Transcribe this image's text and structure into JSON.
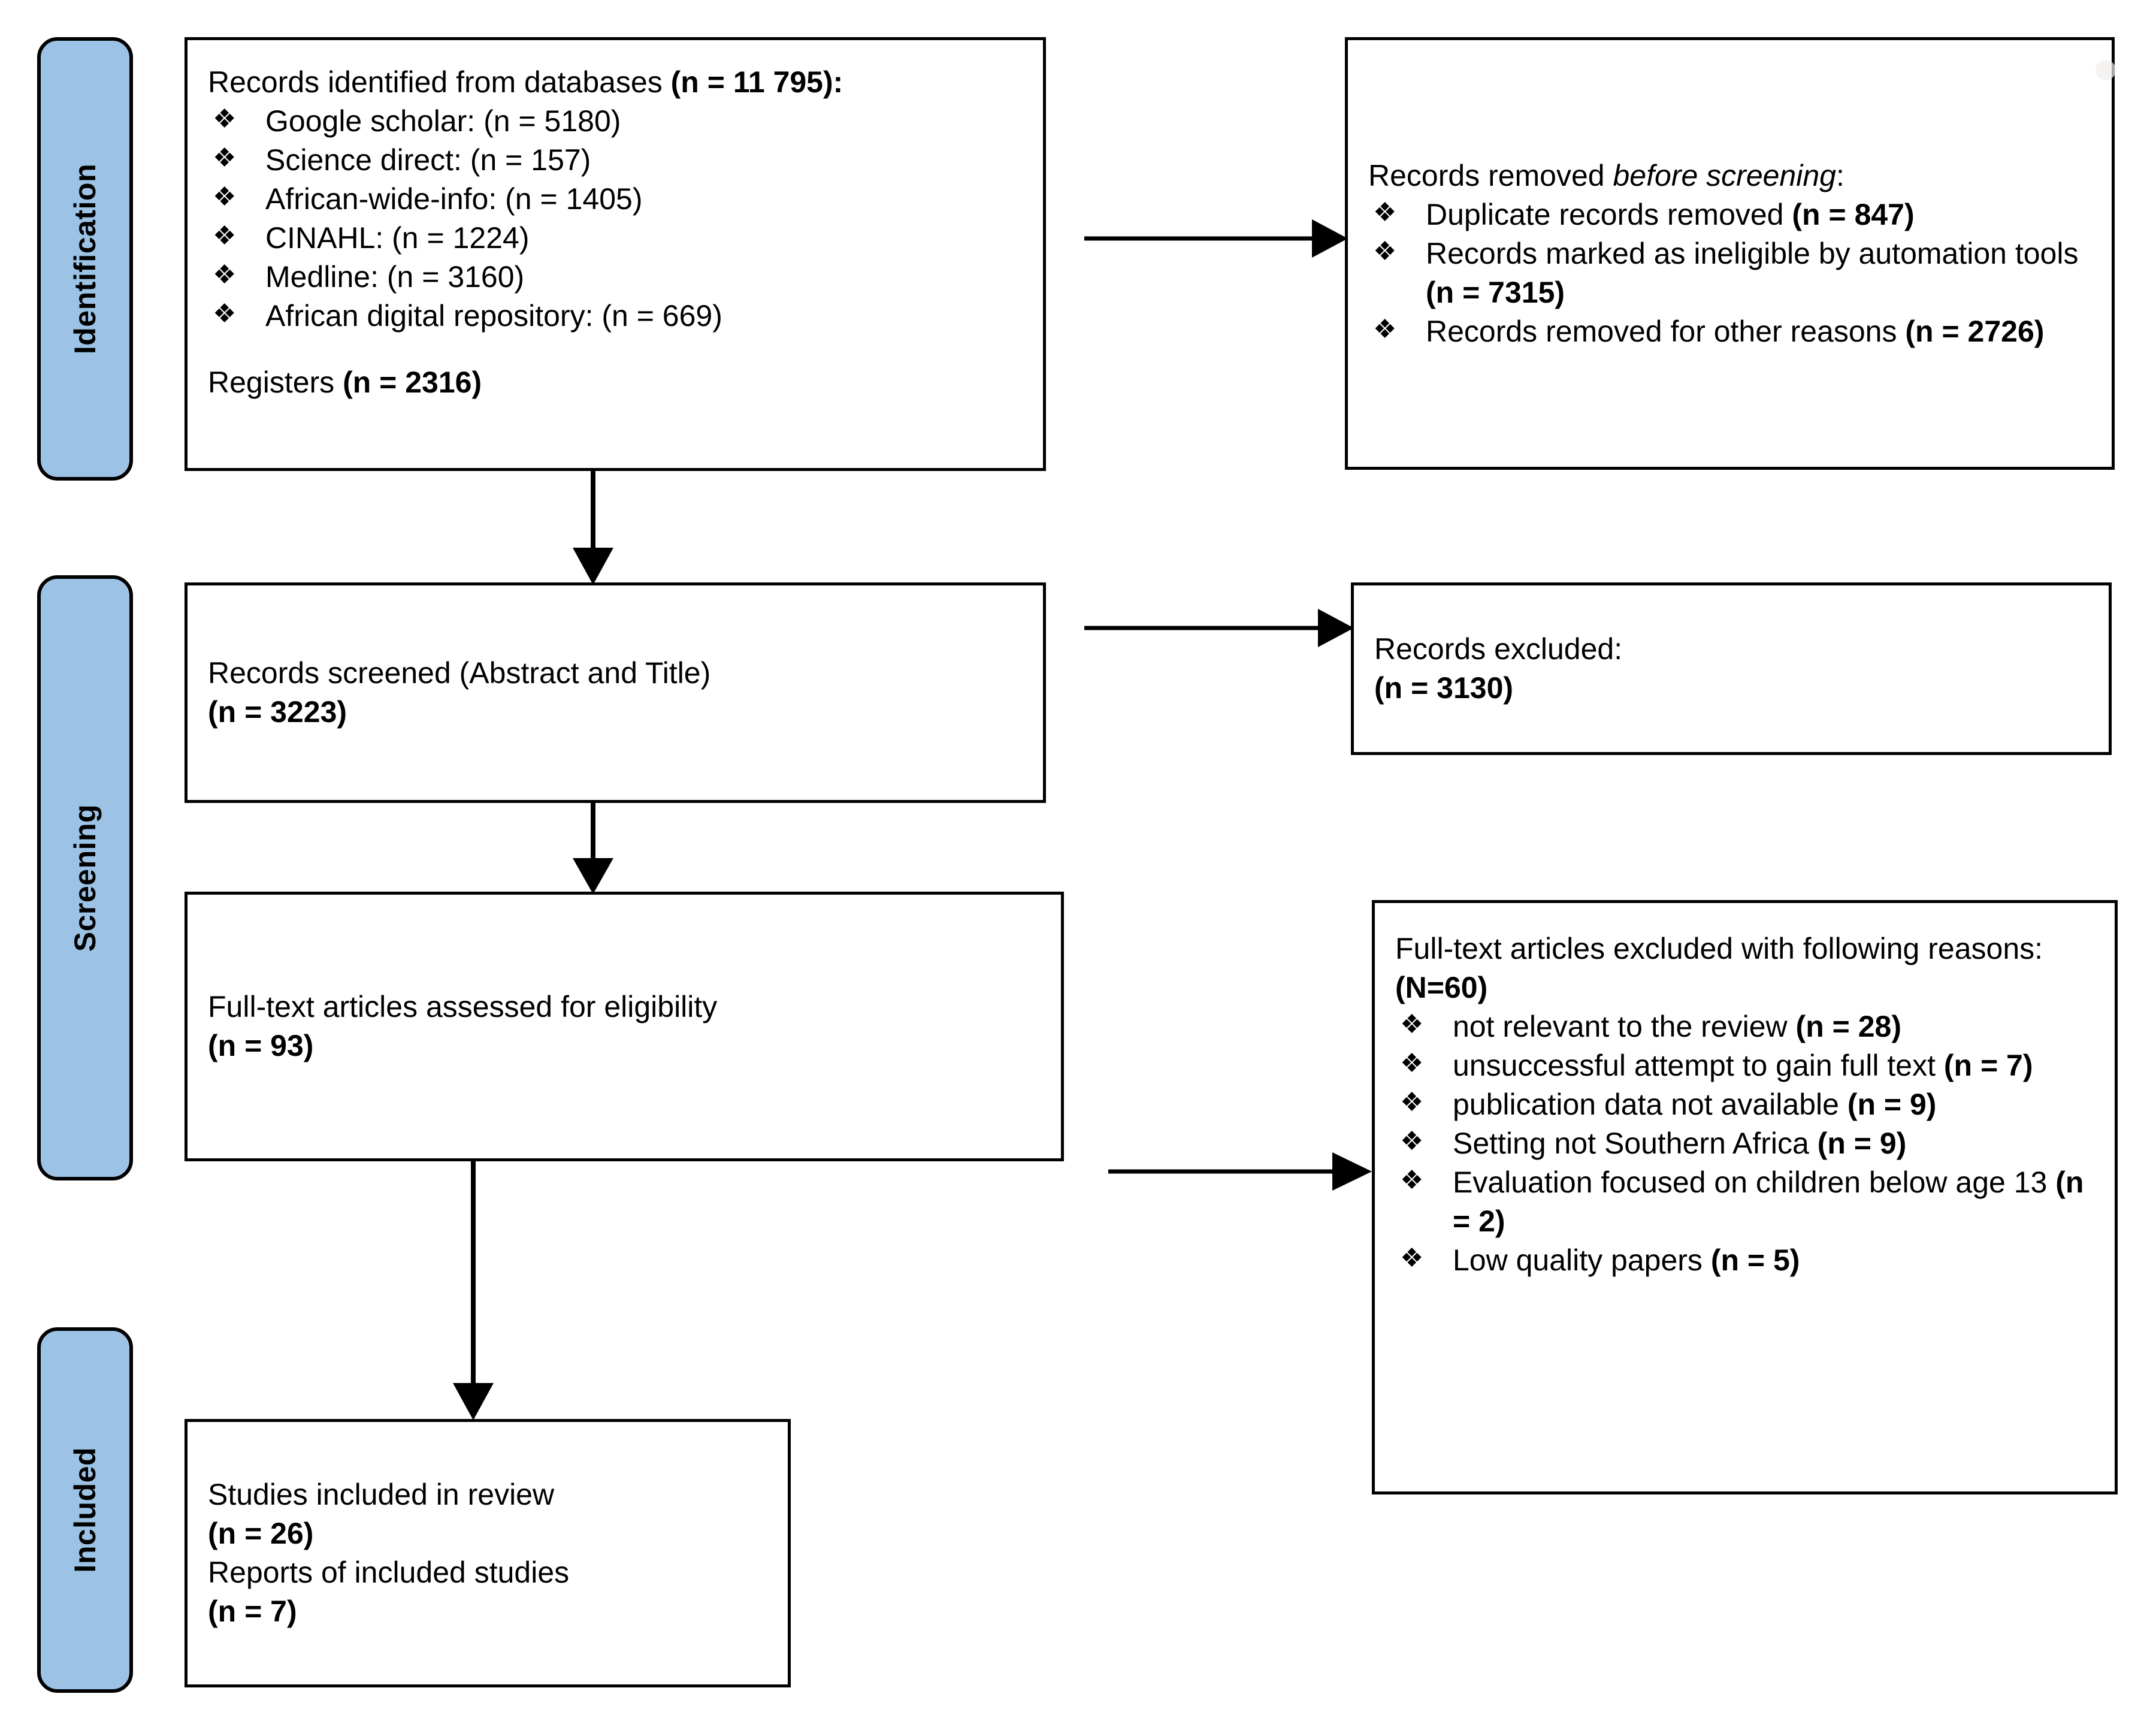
{
  "diagram": {
    "title": "PRISMA flow diagram",
    "accent_blue": "#9CC3E5",
    "border_color": "#000000",
    "bullet_glyph": "❖"
  },
  "stages": [
    {
      "id": "identification",
      "label": "Identification"
    },
    {
      "id": "screening",
      "label": "Screening"
    },
    {
      "id": "included",
      "label": "Included"
    }
  ],
  "boxes": {
    "identified": {
      "heading_plain": "Records identified from databases ",
      "heading_bold": "(n = 11 795):",
      "sources": [
        "Google scholar: (n = 5180)",
        "Science direct: (n = 157)",
        "African-wide-info: (n = 1405)",
        "CINAHL: (n = 1224)",
        "Medline: (n = 3160)",
        "African digital repository: (n = 669)"
      ],
      "registers_plain": "Registers ",
      "registers_bold": "(n = 2316)"
    },
    "removed_before_screening": {
      "heading_pre": "Records removed ",
      "heading_italic": "before screening",
      "heading_post": ":",
      "reasons": [
        {
          "text": "Duplicate records removed ",
          "count": "(n = 847)"
        },
        {
          "text": "Records marked as ineligible by automation tools ",
          "count": "(n = 7315)"
        },
        {
          "text": "Records removed for other reasons ",
          "count": "(n = 2726)"
        }
      ]
    },
    "records_screened": {
      "line1": "Records screened (Abstract and Title)",
      "line2_bold": "(n = 3223)"
    },
    "records_excluded": {
      "line1": "Records excluded:",
      "line2_bold": "(n = 3130)"
    },
    "fulltext_assessed": {
      "line1": "Full-text articles assessed for eligibility",
      "line2_bold": "(n = 93)"
    },
    "fulltext_excluded": {
      "heading_plain": "Full-text articles excluded with following reasons: ",
      "heading_bold": "(N=60)",
      "reasons": [
        {
          "text": "not relevant to the review ",
          "count": "(n = 28)"
        },
        {
          "text": "unsuccessful attempt to gain full text ",
          "count": "(n = 7)"
        },
        {
          "text": "publication data not available ",
          "count": "(n = 9)"
        },
        {
          "text": "Setting not Southern Africa ",
          "count": "(n = 9)"
        },
        {
          "text": "Evaluation focused on children below age 13 ",
          "count": "(n = 2)"
        },
        {
          "text": "Low quality papers ",
          "count": "(n = 5)"
        }
      ]
    },
    "studies_included": {
      "line1": "Studies included in review",
      "line2_bold": "(n = 26)",
      "line3": "Reports of included studies",
      "line4_bold": "(n = 7)"
    }
  }
}
